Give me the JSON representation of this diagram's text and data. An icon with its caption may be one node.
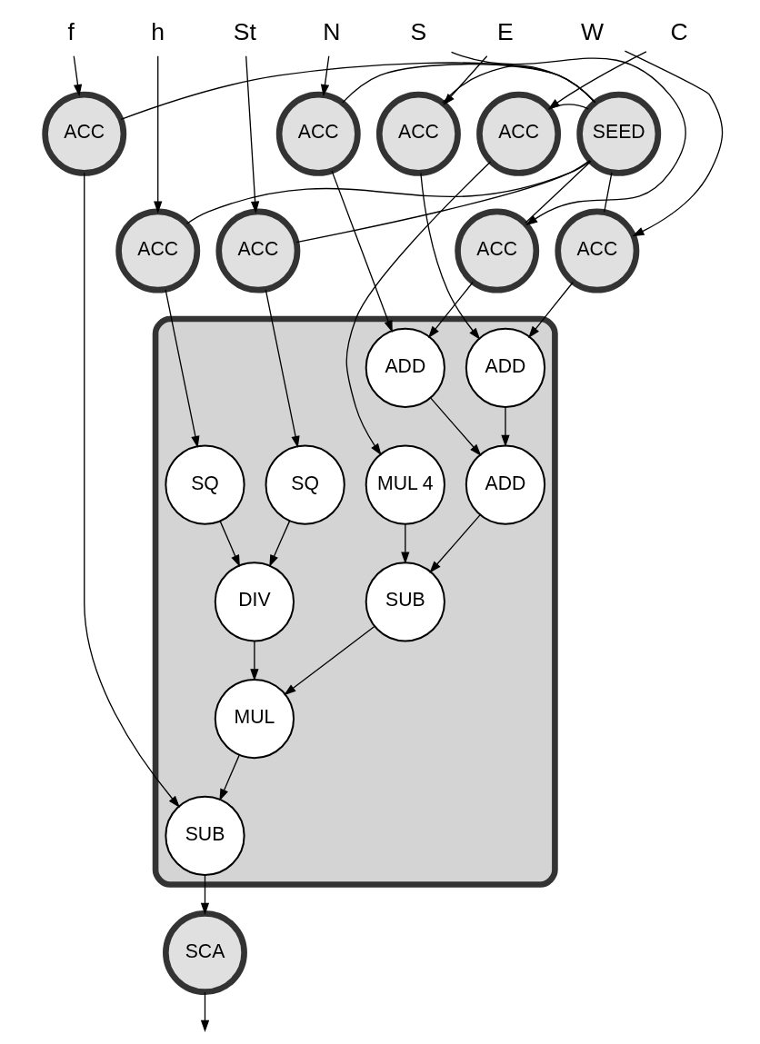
{
  "diagram": {
    "nodes": [
      {
        "text": [
          "f"
        ]
      },
      {
        "text": [
          "h"
        ]
      },
      {
        "text": [
          "St"
        ]
      },
      {
        "text": [
          "N"
        ]
      },
      {
        "text": [
          "S"
        ]
      },
      {
        "text": [
          "E"
        ]
      },
      {
        "text": [
          "W"
        ]
      },
      {
        "text": [
          "C"
        ]
      },
      {
        "text": [
          "SEED"
        ]
      },
      {
        "text": [
          "ACC"
        ]
      },
      {
        "text": [
          "ACC"
        ]
      },
      {
        "text": [
          "ACC"
        ]
      },
      {
        "text": [
          "ACC"
        ]
      },
      {
        "text": [
          "ACC"
        ]
      },
      {
        "text": [
          "ACC"
        ]
      },
      {
        "text": [
          "ACC"
        ]
      },
      {
        "text": [
          "ACC"
        ]
      },
      {
        "text": [],
        "shape": "ellipse"
      },
      {
        "text": [
          "SQ"
        ],
        "in": 17
      },
      {
        "text": [
          "SQ"
        ],
        "in": 17
      },
      {
        "text": [
          "ADD"
        ],
        "in": 17
      },
      {
        "text": [
          "ADD"
        ],
        "in": 17
      },
      {
        "text": [
          "DIV"
        ],
        "in": 17
      },
      {
        "text": [
          "ADD"
        ],
        "in": 17
      },
      {
        "text": [
          "MUL 4"
        ],
        "in": 17
      },
      {
        "text": [
          "SUB"
        ],
        "in": 17
      },
      {
        "text": [
          "MUL"
        ],
        "in": 17
      },
      {
        "text": [
          "SUB"
        ],
        "in": 17
      },
      {
        "text": [
          "SCA"
        ]
      }
    ],
    "edges": [
      {
        "from": 0,
        "to": 9,
        "arrow": "to"
      },
      {
        "from": 1,
        "to": 13,
        "arrow": "to"
      },
      {
        "from": 2,
        "to": 14,
        "arrow": "to"
      },
      {
        "from": 3,
        "to": 10,
        "arrow": "to"
      },
      {
        "from": 4,
        "to": 15,
        "arrow": "to"
      },
      {
        "from": 5,
        "to": 11,
        "arrow": "to"
      },
      {
        "from": 6,
        "to": 16,
        "arrow": "to"
      },
      {
        "from": 7,
        "to": 12,
        "arrow": "to"
      },
      {
        "from": 8,
        "to": 9,
        "arrow": "none"
      },
      {
        "from": 8,
        "to": 13,
        "arrow": "none"
      },
      {
        "from": 8,
        "to": 14,
        "arrow": "none"
      },
      {
        "from": 8,
        "to": 10,
        "arrow": "none"
      },
      {
        "from": 8,
        "to": 15,
        "arrow": "none"
      },
      {
        "from": 8,
        "to": 11,
        "arrow": "none"
      },
      {
        "from": 8,
        "to": 16,
        "arrow": "none"
      },
      {
        "from": 8,
        "to": 12,
        "arrow": "none"
      },
      {
        "from": 13,
        "to": 18,
        "arrow": "to"
      },
      {
        "from": 14,
        "to": 19,
        "arrow": "to"
      },
      {
        "from": 10,
        "to": 20,
        "arrow": "to"
      },
      {
        "from": 15,
        "to": 20,
        "arrow": "to"
      },
      {
        "from": 11,
        "to": 21,
        "arrow": "to"
      },
      {
        "from": 16,
        "to": 21,
        "arrow": "to"
      },
      {
        "from": 12,
        "to": 24,
        "arrow": "to"
      },
      {
        "from": 18,
        "to": 22,
        "arrow": "to"
      },
      {
        "from": 19,
        "to": 22,
        "arrow": "to"
      },
      {
        "from": 20,
        "to": 23,
        "arrow": "to"
      },
      {
        "from": 21,
        "to": 23,
        "arrow": "to"
      },
      {
        "from": 23,
        "to": 25,
        "arrow": "to"
      },
      {
        "from": 24,
        "to": 25,
        "arrow": "to"
      },
      {
        "from": 22,
        "to": 26,
        "arrow": "to"
      },
      {
        "from": 25,
        "to": 26,
        "arrow": "to"
      },
      {
        "from": 26,
        "to": 27,
        "arrow": "to"
      },
      {
        "from": 9,
        "to": 27,
        "arrow": "to"
      },
      {
        "from": 27,
        "to": 28,
        "arrow": "to"
      },
      {
        "from": 28,
        "to": null,
        "arrow": "to"
      }
    ]
  }
}
